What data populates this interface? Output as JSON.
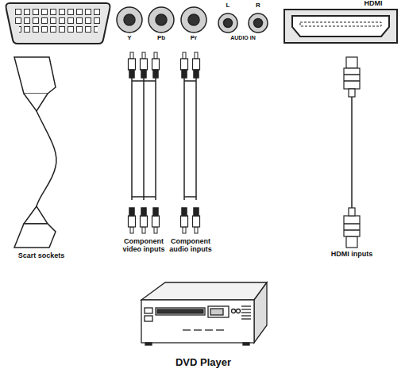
{
  "diagram": {
    "labels": [
      "HDMI",
      "Y",
      "Pb",
      "Pr",
      "L",
      "R",
      "AUDIO IN",
      "Scart sockets",
      "Component video inputs",
      "Component audio inputs",
      "HDMI inputs",
      "DVD Player"
    ]
  }
}
